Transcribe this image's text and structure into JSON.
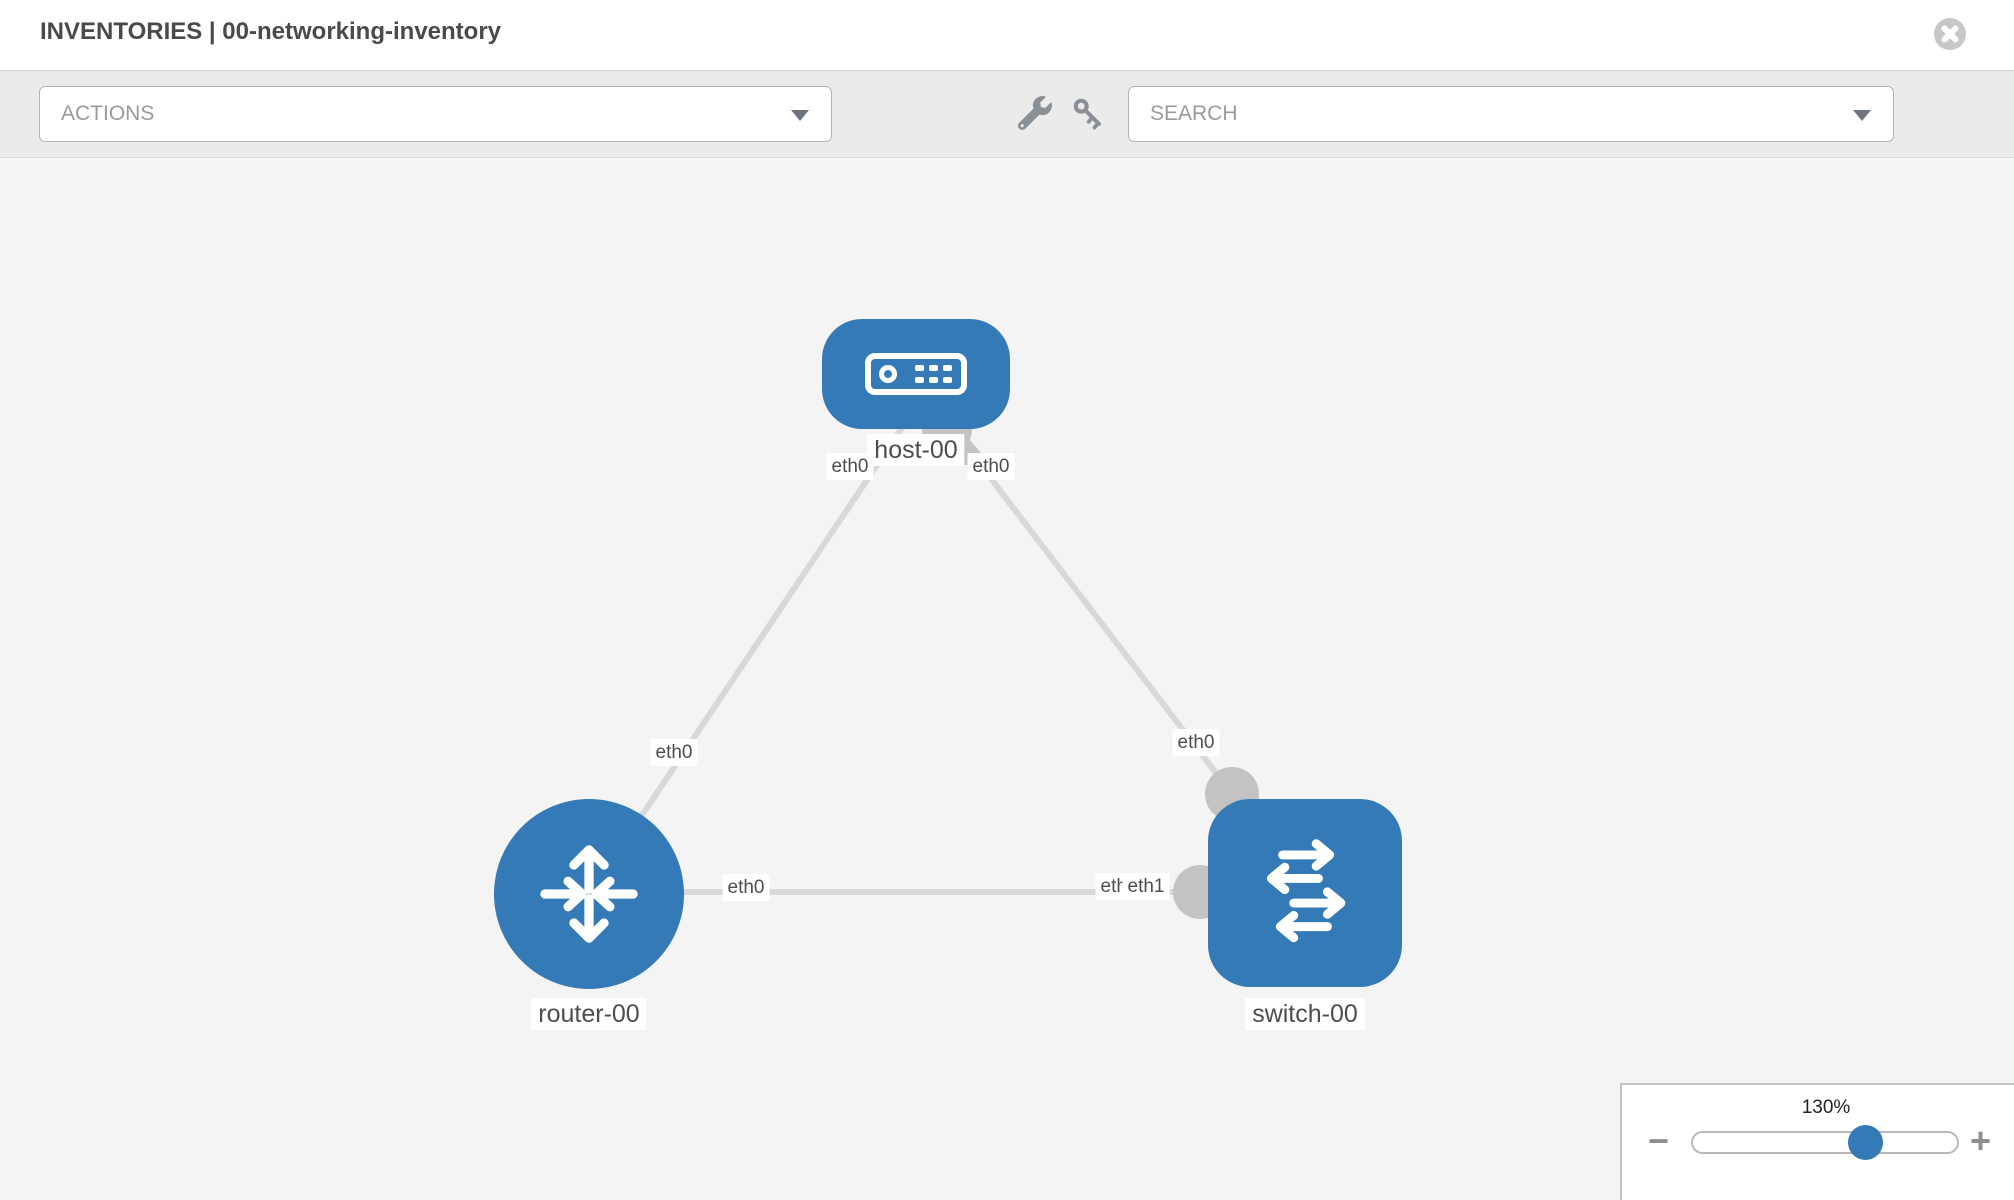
{
  "header": {
    "title": "INVENTORIES | 00-networking-inventory"
  },
  "toolbar": {
    "actions_label": "ACTIONS",
    "search_label": "SEARCH"
  },
  "icons": {
    "close": "circle-x",
    "wrench": "wrench",
    "key": "key",
    "dropdown_caret": "caret-down",
    "zoom_out": "minus",
    "zoom_in": "plus"
  },
  "diagram": {
    "nodes": [
      {
        "id": "host-00",
        "label": "host-00",
        "type": "host"
      },
      {
        "id": "router-00",
        "label": "router-00",
        "type": "router"
      },
      {
        "id": "switch-00",
        "label": "switch-00",
        "type": "switch"
      }
    ],
    "links": [
      {
        "from": "host-00",
        "to": "router-00"
      },
      {
        "from": "host-00",
        "to": "switch-00"
      },
      {
        "from": "router-00",
        "to": "switch-00"
      }
    ],
    "interface_labels": [
      {
        "text": "eth0",
        "location": "host-00 lower-left"
      },
      {
        "text": "eth0",
        "location": "host-00 lower-right"
      },
      {
        "text": "eth0",
        "location": "host/router link near router-00"
      },
      {
        "text": "eth0",
        "location": "host/switch link near switch-00"
      },
      {
        "text": "eth0",
        "location": "router/switch link near router-00"
      },
      {
        "text": "eth0",
        "location": "router/switch link near switch-00 (partially covered)"
      },
      {
        "text": "eth1",
        "location": "router/switch link near switch-00 (overlapping)"
      }
    ]
  },
  "zoom_control": {
    "level": "130%",
    "minus": "−",
    "plus": "+"
  },
  "colors": {
    "node_blue": "#337ab7",
    "link_gray": "#d8d8d8",
    "connector_gray": "#c3c3c3",
    "canvas_bg": "#f4f4f4",
    "toolbar_bg": "#ebebeb"
  }
}
